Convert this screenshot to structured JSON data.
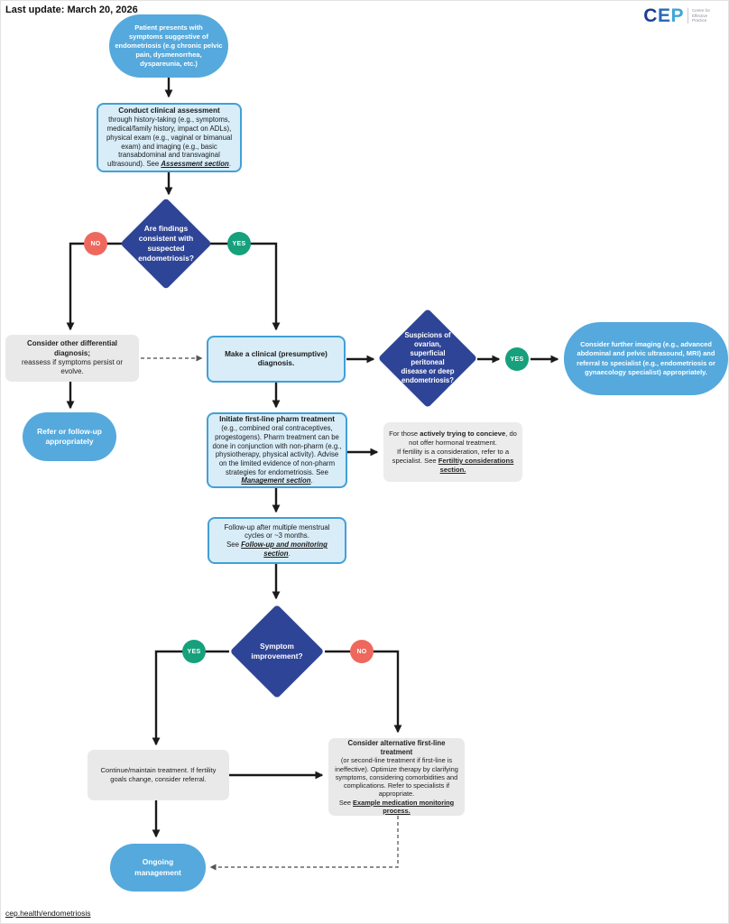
{
  "header": {
    "last_update": "Last update: March 20, 2026",
    "logo": {
      "letters": [
        "C",
        "E",
        "P"
      ],
      "tagline": "Centre for Effective Practice"
    }
  },
  "footer": {
    "link": "cep.health/endometriosis"
  },
  "badges": {
    "yes": "YES",
    "no": "NO"
  },
  "colors": {
    "diamond": "#2e4496",
    "pill": "#55a9dd",
    "boxfill": "#d9edf8",
    "boxborder": "#41a0d6",
    "gray": "#e9e9e9",
    "green": "#16a07c",
    "red": "#ee685e",
    "logo1": "#1b3e94",
    "logo2": "#2a6ab8",
    "logo3": "#3fa5da"
  },
  "nodes": {
    "start": {
      "text": "Patient presents with\nsymptoms suggestive of\nendometriosis (e.g chronic pelvic\npain, dysmenorrhea,\ndyspareunia, etc.)"
    },
    "assessment": {
      "title": "Conduct clinical assessment",
      "body": "through history-taking (e.g., symptoms, medical/family history, impact on ADLs), physical exam (e.g., vaginal or bimanual exam) and imaging (e.g., basic transabdominal and transvaginal ultrasound). See ",
      "link": "Assessment section",
      "suffix": "."
    },
    "decision_findings": {
      "text": "Are findings\nconsistent with\nsuspected\nendometriosis?"
    },
    "differential": {
      "line1": "Consider other differential diagnosis;",
      "line2": "reassess if symptoms persist or evolve."
    },
    "refer": {
      "text": "Refer or follow-up\nappropriately"
    },
    "clinical_diagnosis": {
      "text": "Make a clinical (presumptive)\ndiagnosis."
    },
    "decision_suspicions": {
      "text": "Suspicions of\novarian,\nsuperficial\nperitoneal\ndisease or deep\nendometriosis?"
    },
    "further_imaging": {
      "text": "Consider further imaging (e.g., advanced\nabdominal and pelvic ultrasound, MRI) and\nreferral to specialist (e.g., endometriosis or\ngynaecology specialist) appropriately."
    },
    "first_line": {
      "title": "Initiate first-line pharm treatment",
      "body": "(e.g., combined oral contraceptives, progestogens). Pharm treatment can be done in conjunction with non-pharm (e.g., physiotherapy, physical activity). Advise on the limited evidence of non-pharm strategies for endometriosis. See ",
      "link": "Management section",
      "suffix": "."
    },
    "fertility_note": {
      "p1_pre": "For those ",
      "p1_bold": "actively trying to concieve",
      "p1_post": ", do not offer hormonal treatment.",
      "p2_pre": "If fertility is a consideration, refer to a specialist. See ",
      "p2_link": "Fertiltiy considerations section."
    },
    "follow_up": {
      "body": "Follow-up after multiple menstrual\ncycles or ~3 months.",
      "see": "See ",
      "link": "Follow-up and monitoring section",
      "suffix": "."
    },
    "decision_improvement": {
      "text": "Symptom\nimprovement?"
    },
    "continue_treatment": {
      "text": "Continue/maintain treatment. If fertility\ngoals change, consider referral."
    },
    "alternative": {
      "title": "Consider alternative first-line\ntreatment",
      "body": "(or second-line treatment if first-line is ineffective). Optimize therapy by clarifying symptoms, considering comorbidities and complications. Refer to specialists if appropriate.",
      "see": "See ",
      "link": "Example medication monitoring process."
    },
    "ongoing": {
      "text": "Ongoing\nmanagement"
    }
  }
}
